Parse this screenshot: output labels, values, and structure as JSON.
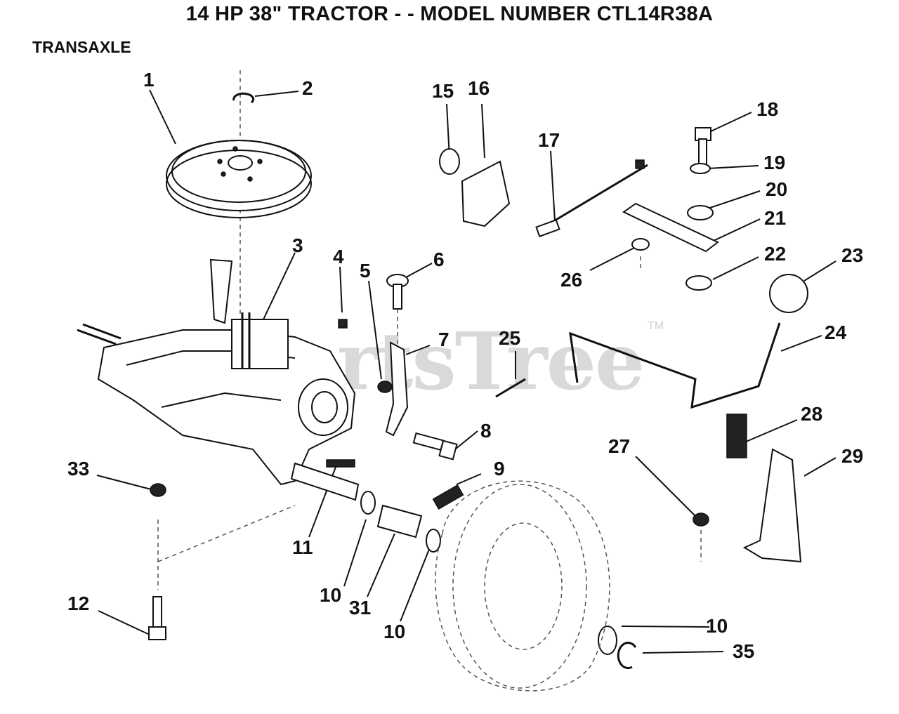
{
  "header": {
    "title": "14 HP 38\" TRACTOR - - MODEL NUMBER CTL14R38A",
    "section": "TRANSAXLE"
  },
  "watermark": {
    "text": "PartsTree",
    "tm": "TM"
  },
  "callouts": {
    "c1": "1",
    "c2": "2",
    "c3": "3",
    "c4": "4",
    "c5": "5",
    "c6": "6",
    "c7": "7",
    "c8": "8",
    "c9": "9",
    "c10a": "10",
    "c10b": "10",
    "c10c": "10",
    "c11": "11",
    "c12": "12",
    "c15": "15",
    "c16": "16",
    "c17": "17",
    "c18": "18",
    "c19": "19",
    "c20": "20",
    "c21": "21",
    "c22": "22",
    "c23": "23",
    "c24": "24",
    "c25": "25",
    "c26": "26",
    "c27": "27",
    "c28": "28",
    "c29": "29",
    "c31": "31",
    "c33": "33",
    "c35": "35"
  }
}
